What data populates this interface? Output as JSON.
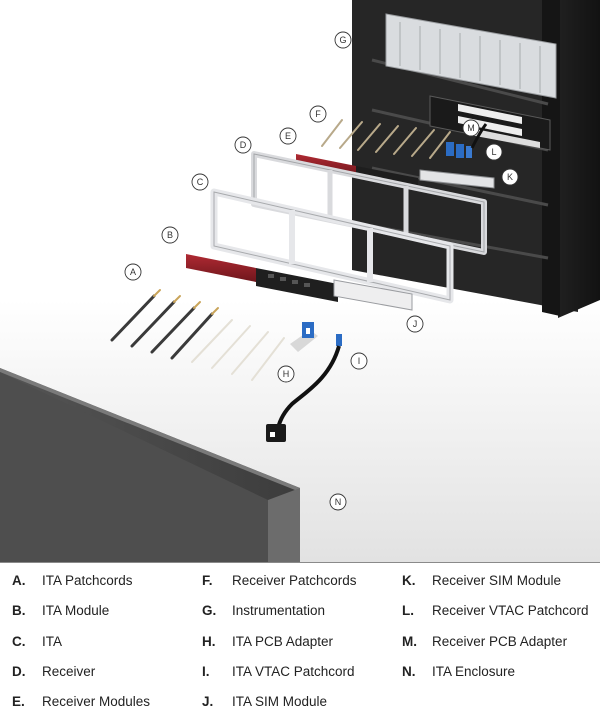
{
  "callouts": {
    "a": "A",
    "b": "B",
    "c": "C",
    "d": "D",
    "e": "E",
    "f": "F",
    "g": "G",
    "h": "H",
    "i": "I",
    "j": "J",
    "k": "K",
    "l": "L",
    "m": "M",
    "n": "N"
  },
  "legend": [
    {
      "letter": "A.",
      "text": "ITA Patchcords"
    },
    {
      "letter": "B.",
      "text": "ITA Module"
    },
    {
      "letter": "C.",
      "text": "ITA"
    },
    {
      "letter": "D.",
      "text": "Receiver"
    },
    {
      "letter": "E.",
      "text": "Receiver Modules"
    },
    {
      "letter": "F.",
      "text": "Receiver Patchcords"
    },
    {
      "letter": "G.",
      "text": "Instrumentation"
    },
    {
      "letter": "H.",
      "text": "ITA PCB Adapter"
    },
    {
      "letter": "I.",
      "text": "ITA VTAC Patchcord"
    },
    {
      "letter": "J.",
      "text": "ITA SIM Module"
    },
    {
      "letter": "K.",
      "text": "Receiver SIM Module"
    },
    {
      "letter": "L.",
      "text": "Receiver VTAC Patchcord"
    },
    {
      "letter": "M.",
      "text": "Receiver PCB Adapter"
    },
    {
      "letter": "N.",
      "text": "ITA Enclosure"
    }
  ],
  "colors": {
    "rack": "#1c1c1c",
    "frame": "#e6e7ea",
    "module_red": "#8e1f26",
    "enclosure": "#4a4a4a",
    "connector_blue": "#2b6cc4"
  }
}
